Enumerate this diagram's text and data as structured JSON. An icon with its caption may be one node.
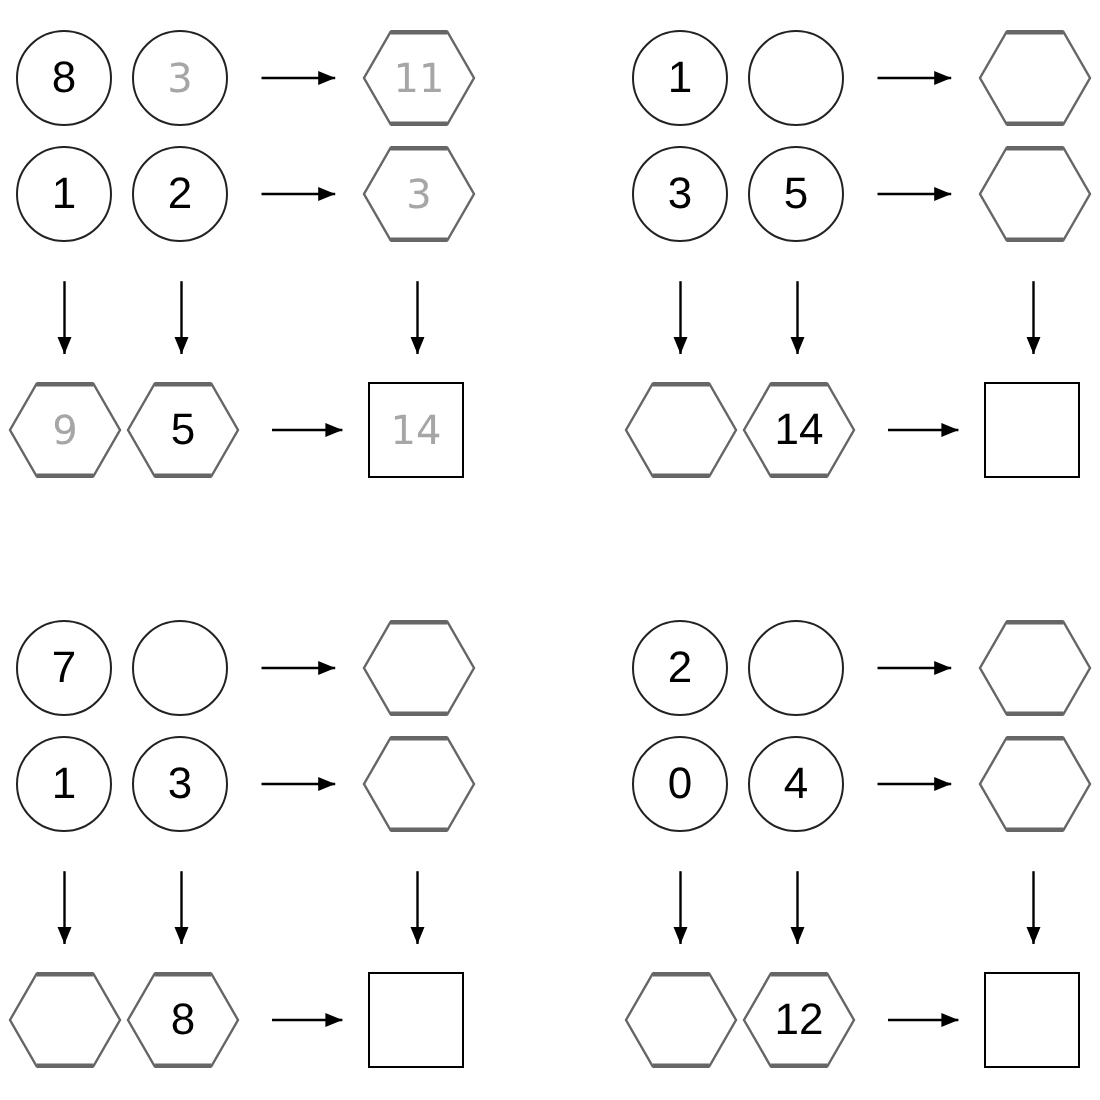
{
  "diagram": {
    "nodes": [
      {
        "text": [
          "8"
        ]
      },
      {
        "text": [
          "3"
        ]
      },
      {
        "text": [
          "11"
        ]
      },
      {
        "text": [
          "1"
        ]
      },
      {
        "text": [
          "2"
        ]
      },
      {
        "text": [
          "3"
        ]
      },
      {
        "text": [
          "9"
        ]
      },
      {
        "text": [
          "5"
        ]
      },
      {
        "text": [
          "14"
        ]
      },
      {
        "text": [
          "1"
        ]
      },
      {
        "text": [],
        "shape": "circle"
      },
      {
        "text": [],
        "shape": "hexagon"
      },
      {
        "text": [
          "3"
        ]
      },
      {
        "text": [
          "5"
        ]
      },
      {
        "text": [],
        "shape": "hexagon"
      },
      {
        "text": [],
        "shape": "hexagon"
      },
      {
        "text": [
          "14"
        ]
      },
      {
        "text": [],
        "shape": "box"
      },
      {
        "text": [
          "7"
        ]
      },
      {
        "text": [],
        "shape": "circle"
      },
      {
        "text": [],
        "shape": "hexagon"
      },
      {
        "text": [
          "1"
        ]
      },
      {
        "text": [
          "3"
        ]
      },
      {
        "text": [],
        "shape": "hexagon"
      },
      {
        "text": [],
        "shape": "hexagon"
      },
      {
        "text": [
          "8"
        ]
      },
      {
        "text": [],
        "shape": "box"
      },
      {
        "text": [
          "2"
        ]
      },
      {
        "text": [],
        "shape": "circle"
      },
      {
        "text": [],
        "shape": "hexagon"
      },
      {
        "text": [
          "0"
        ]
      },
      {
        "text": [
          "4"
        ]
      },
      {
        "text": [],
        "shape": "hexagon"
      },
      {
        "text": [],
        "shape": "hexagon"
      },
      {
        "text": [
          "12"
        ]
      },
      {
        "text": [],
        "shape": "box"
      }
    ],
    "edges": [
      {
        "from": 1,
        "to": 2,
        "arrow": "to"
      },
      {
        "from": 4,
        "to": 5,
        "arrow": "to"
      },
      {
        "from": 3,
        "to": 6,
        "arrow": "to"
      },
      {
        "from": 4,
        "to": 7,
        "arrow": "to"
      },
      {
        "from": 5,
        "to": 8,
        "arrow": "to"
      },
      {
        "from": 7,
        "to": 8,
        "arrow": "to"
      },
      {
        "from": 10,
        "to": 11,
        "arrow": "to"
      },
      {
        "from": 13,
        "to": 14,
        "arrow": "to"
      },
      {
        "from": 12,
        "to": 15,
        "arrow": "to"
      },
      {
        "from": 13,
        "to": 16,
        "arrow": "to"
      },
      {
        "from": 14,
        "to": 17,
        "arrow": "to"
      },
      {
        "from": 16,
        "to": 17,
        "arrow": "to"
      },
      {
        "from": 19,
        "to": 20,
        "arrow": "to"
      },
      {
        "from": 22,
        "to": 23,
        "arrow": "to"
      },
      {
        "from": 21,
        "to": 24,
        "arrow": "to"
      },
      {
        "from": 22,
        "to": 25,
        "arrow": "to"
      },
      {
        "from": 23,
        "to": 26,
        "arrow": "to"
      },
      {
        "from": 25,
        "to": 26,
        "arrow": "to"
      },
      {
        "from": 28,
        "to": 29,
        "arrow": "to"
      },
      {
        "from": 31,
        "to": 32,
        "arrow": "to"
      },
      {
        "from": 30,
        "to": 33,
        "arrow": "to"
      },
      {
        "from": 31,
        "to": 34,
        "arrow": "to"
      },
      {
        "from": 32,
        "to": 35,
        "arrow": "to"
      },
      {
        "from": 34,
        "to": 35,
        "arrow": "to"
      }
    ]
  }
}
